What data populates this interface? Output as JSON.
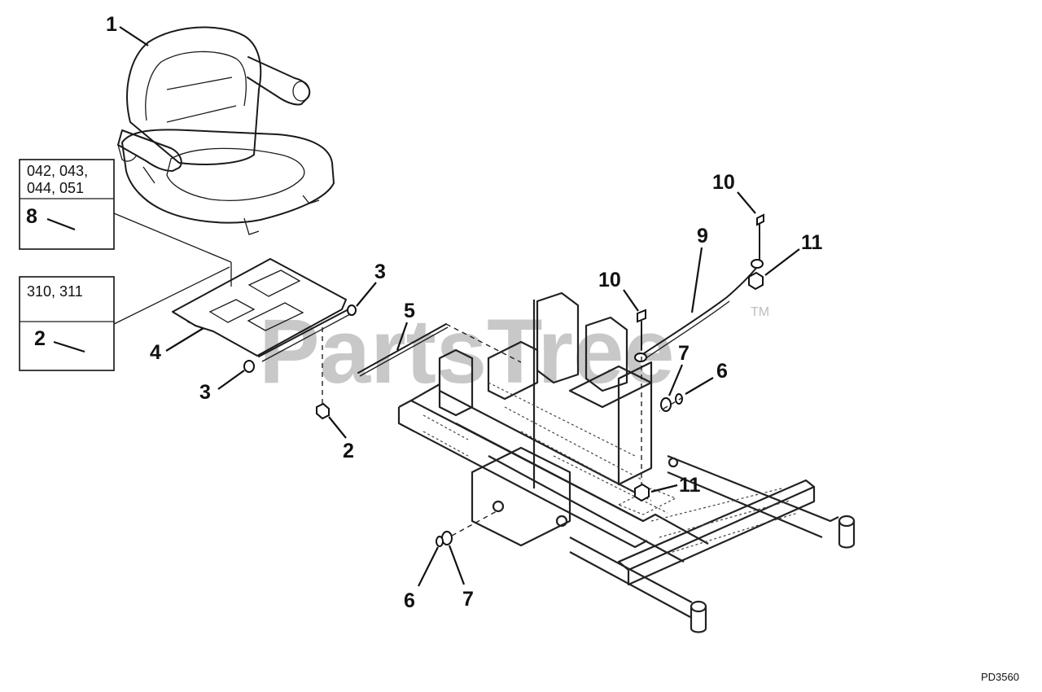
{
  "watermark": {
    "text": "PartsTree",
    "trademark": "TM"
  },
  "drawing_ref": "PD3560",
  "model_boxes": [
    {
      "id": "box-a",
      "models": "042, 043,",
      "models_line2": "044, 051",
      "part": "8"
    },
    {
      "id": "box-b",
      "models": "310, 311",
      "part": "2"
    }
  ],
  "callouts": {
    "c1": "1",
    "c2a": "2",
    "c3a": "3",
    "c3b": "3",
    "c4": "4",
    "c5": "5",
    "c6a": "6",
    "c6b": "6",
    "c7a": "7",
    "c7b": "7",
    "c9": "9",
    "c10a": "10",
    "c10b": "10",
    "c11a": "11",
    "c11b": "11"
  },
  "colors": {
    "line": "#1a1a1a",
    "watermark": "#c8c8c8",
    "background": "#ffffff"
  }
}
